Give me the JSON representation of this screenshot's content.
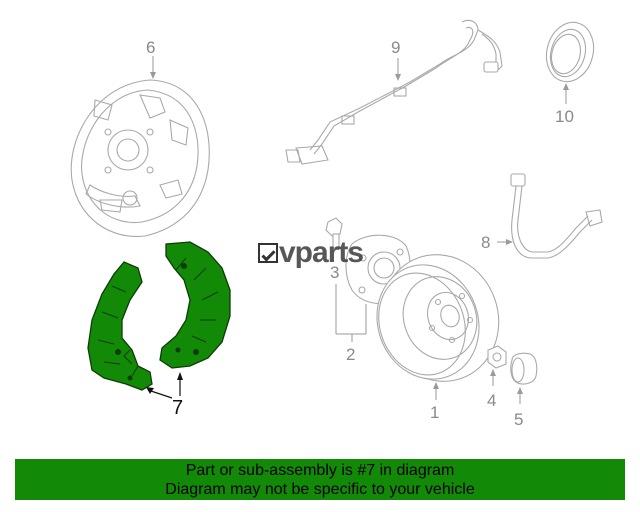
{
  "diagram": {
    "callouts": {
      "c1": "1",
      "c2": "2",
      "c3": "3",
      "c4": "4",
      "c5": "5",
      "c6": "6",
      "c7": "7",
      "c8": "8",
      "c9": "9",
      "c10": "10"
    },
    "highlighted_part": "7",
    "highlight_color": "#138a07",
    "line_color": "#a9a9a9"
  },
  "watermark": {
    "text": "vparts"
  },
  "banner": {
    "line1": "Part or sub-assembly is #7 in diagram",
    "line2": "Diagram may not be specific to your vehicle",
    "background": "#138a07"
  }
}
